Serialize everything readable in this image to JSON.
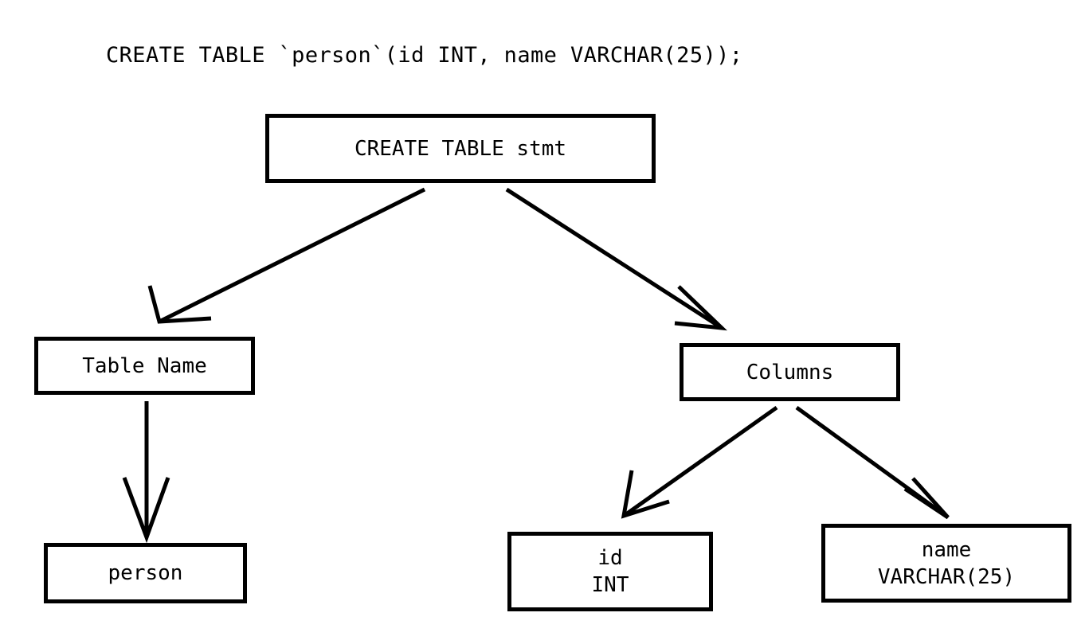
{
  "diagram": {
    "title": "CREATE TABLE `person`(id INT, name VARCHAR(25));",
    "background_color": "#ffffff",
    "stroke_color": "#000000",
    "node_fill_color": "#ffffff",
    "nodes": {
      "root": {
        "label": "CREATE TABLE stmt"
      },
      "table_name": {
        "label": "Table Name"
      },
      "person": {
        "label": "person"
      },
      "columns": {
        "label": "Columns"
      },
      "col_id": {
        "line1": "id",
        "line2": "INT"
      },
      "col_name": {
        "line1": "name",
        "line2": "VARCHAR(25)"
      }
    },
    "edges": [
      {
        "from": "root",
        "to": "table_name",
        "arrowhead": "open-v"
      },
      {
        "from": "root",
        "to": "columns",
        "arrowhead": "open-v"
      },
      {
        "from": "table_name",
        "to": "person",
        "arrowhead": "open-v"
      },
      {
        "from": "columns",
        "to": "col_id",
        "arrowhead": "open-v"
      },
      {
        "from": "columns",
        "to": "col_name",
        "arrowhead": "open-v"
      }
    ]
  }
}
